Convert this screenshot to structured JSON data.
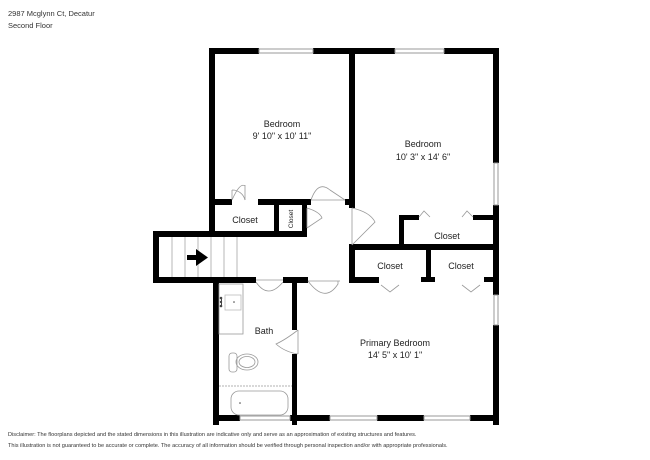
{
  "header": {
    "address": "2987 Mcglynn Ct, Decatur",
    "floor": "Second Floor"
  },
  "rooms": [
    {
      "id": "bedroom-1",
      "name": "Bedroom",
      "dimensions": "9' 10\" x 10' 11\""
    },
    {
      "id": "bedroom-2",
      "name": "Bedroom",
      "dimensions": "10' 3\" x 14' 6\""
    },
    {
      "id": "closet-1",
      "name": "Closet"
    },
    {
      "id": "closet-2",
      "name": "Closet"
    },
    {
      "id": "closet-3",
      "name": "Closet"
    },
    {
      "id": "closet-4",
      "name": "Closet"
    },
    {
      "id": "closet-5",
      "name": "Closet"
    },
    {
      "id": "bath",
      "name": "Bath"
    },
    {
      "id": "primary-bedroom",
      "name": "Primary Bedroom",
      "dimensions": "14' 5\" x 10' 1\""
    }
  ],
  "labels": {
    "bedroom1_name": "Bedroom",
    "bedroom1_dim": "9' 10\" x 10' 11\"",
    "bedroom2_name": "Bedroom",
    "bedroom2_dim": "10' 3\" x 14' 6\"",
    "closet_a": "Closet",
    "closet_b": "Closet",
    "closet_c": "Closet",
    "closet_d": "Closet",
    "closet_e": "Closet",
    "bath": "Bath",
    "primary_name": "Primary Bedroom",
    "primary_dim": "14' 5\" x 10' 1\""
  },
  "disclaimer": {
    "line1": "Disclaimer: The floorplans depicted and the stated dimensions in this illustration are indicative only and serve as an approximation of existing structures and features.",
    "line2": "This illustration is not guaranteed to be accurate or complete. The accuracy of all information should be verified through personal inspection and/or with appropriate professionals."
  },
  "colors": {
    "wall": "#000000",
    "fixture": "#999999",
    "background": "#ffffff"
  }
}
